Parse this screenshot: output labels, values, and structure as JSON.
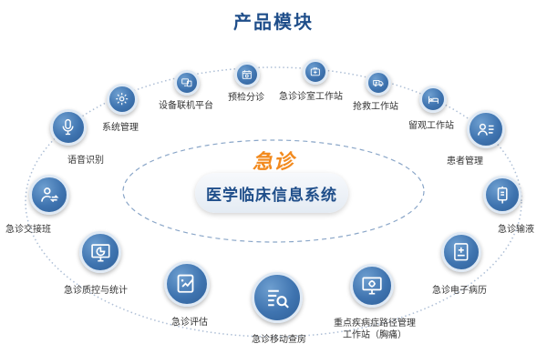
{
  "title": "产品模块",
  "center": {
    "brand": "急诊",
    "system": "医学临床信息系统"
  },
  "colors": {
    "node": "#3f74b0",
    "accent": "#f28a1e",
    "title": "#1f4e8a",
    "dots": "#aebfd6"
  },
  "modules": [
    {
      "label": "设备联机平台",
      "icon": "devices-icon"
    },
    {
      "label": "预检分诊",
      "icon": "calendar-icon"
    },
    {
      "label": "急诊诊室工作站",
      "icon": "medical-kit-icon"
    },
    {
      "label": "抢救工作站",
      "icon": "ambulance-icon"
    },
    {
      "label": "留观工作站",
      "icon": "bed-icon"
    },
    {
      "label": "患者管理",
      "icon": "patient-list-icon"
    },
    {
      "label": "急诊输液",
      "icon": "infusion-icon"
    },
    {
      "label": "急诊电子病历",
      "icon": "medical-record-icon"
    },
    {
      "label": "重点疾病症路径管理",
      "label2": "工作站（胸痛）",
      "icon": "monitor-gear-icon"
    },
    {
      "label": "急诊移动查房",
      "icon": "document-search-icon"
    },
    {
      "label": "急诊评估",
      "icon": "evaluation-icon"
    },
    {
      "label": "急诊质控与统计",
      "icon": "chart-screen-icon"
    },
    {
      "label": "急诊交接班",
      "icon": "handover-icon"
    },
    {
      "label": "语音识别",
      "icon": "microphone-icon"
    },
    {
      "label": "系统管理",
      "icon": "gear-icon"
    }
  ]
}
